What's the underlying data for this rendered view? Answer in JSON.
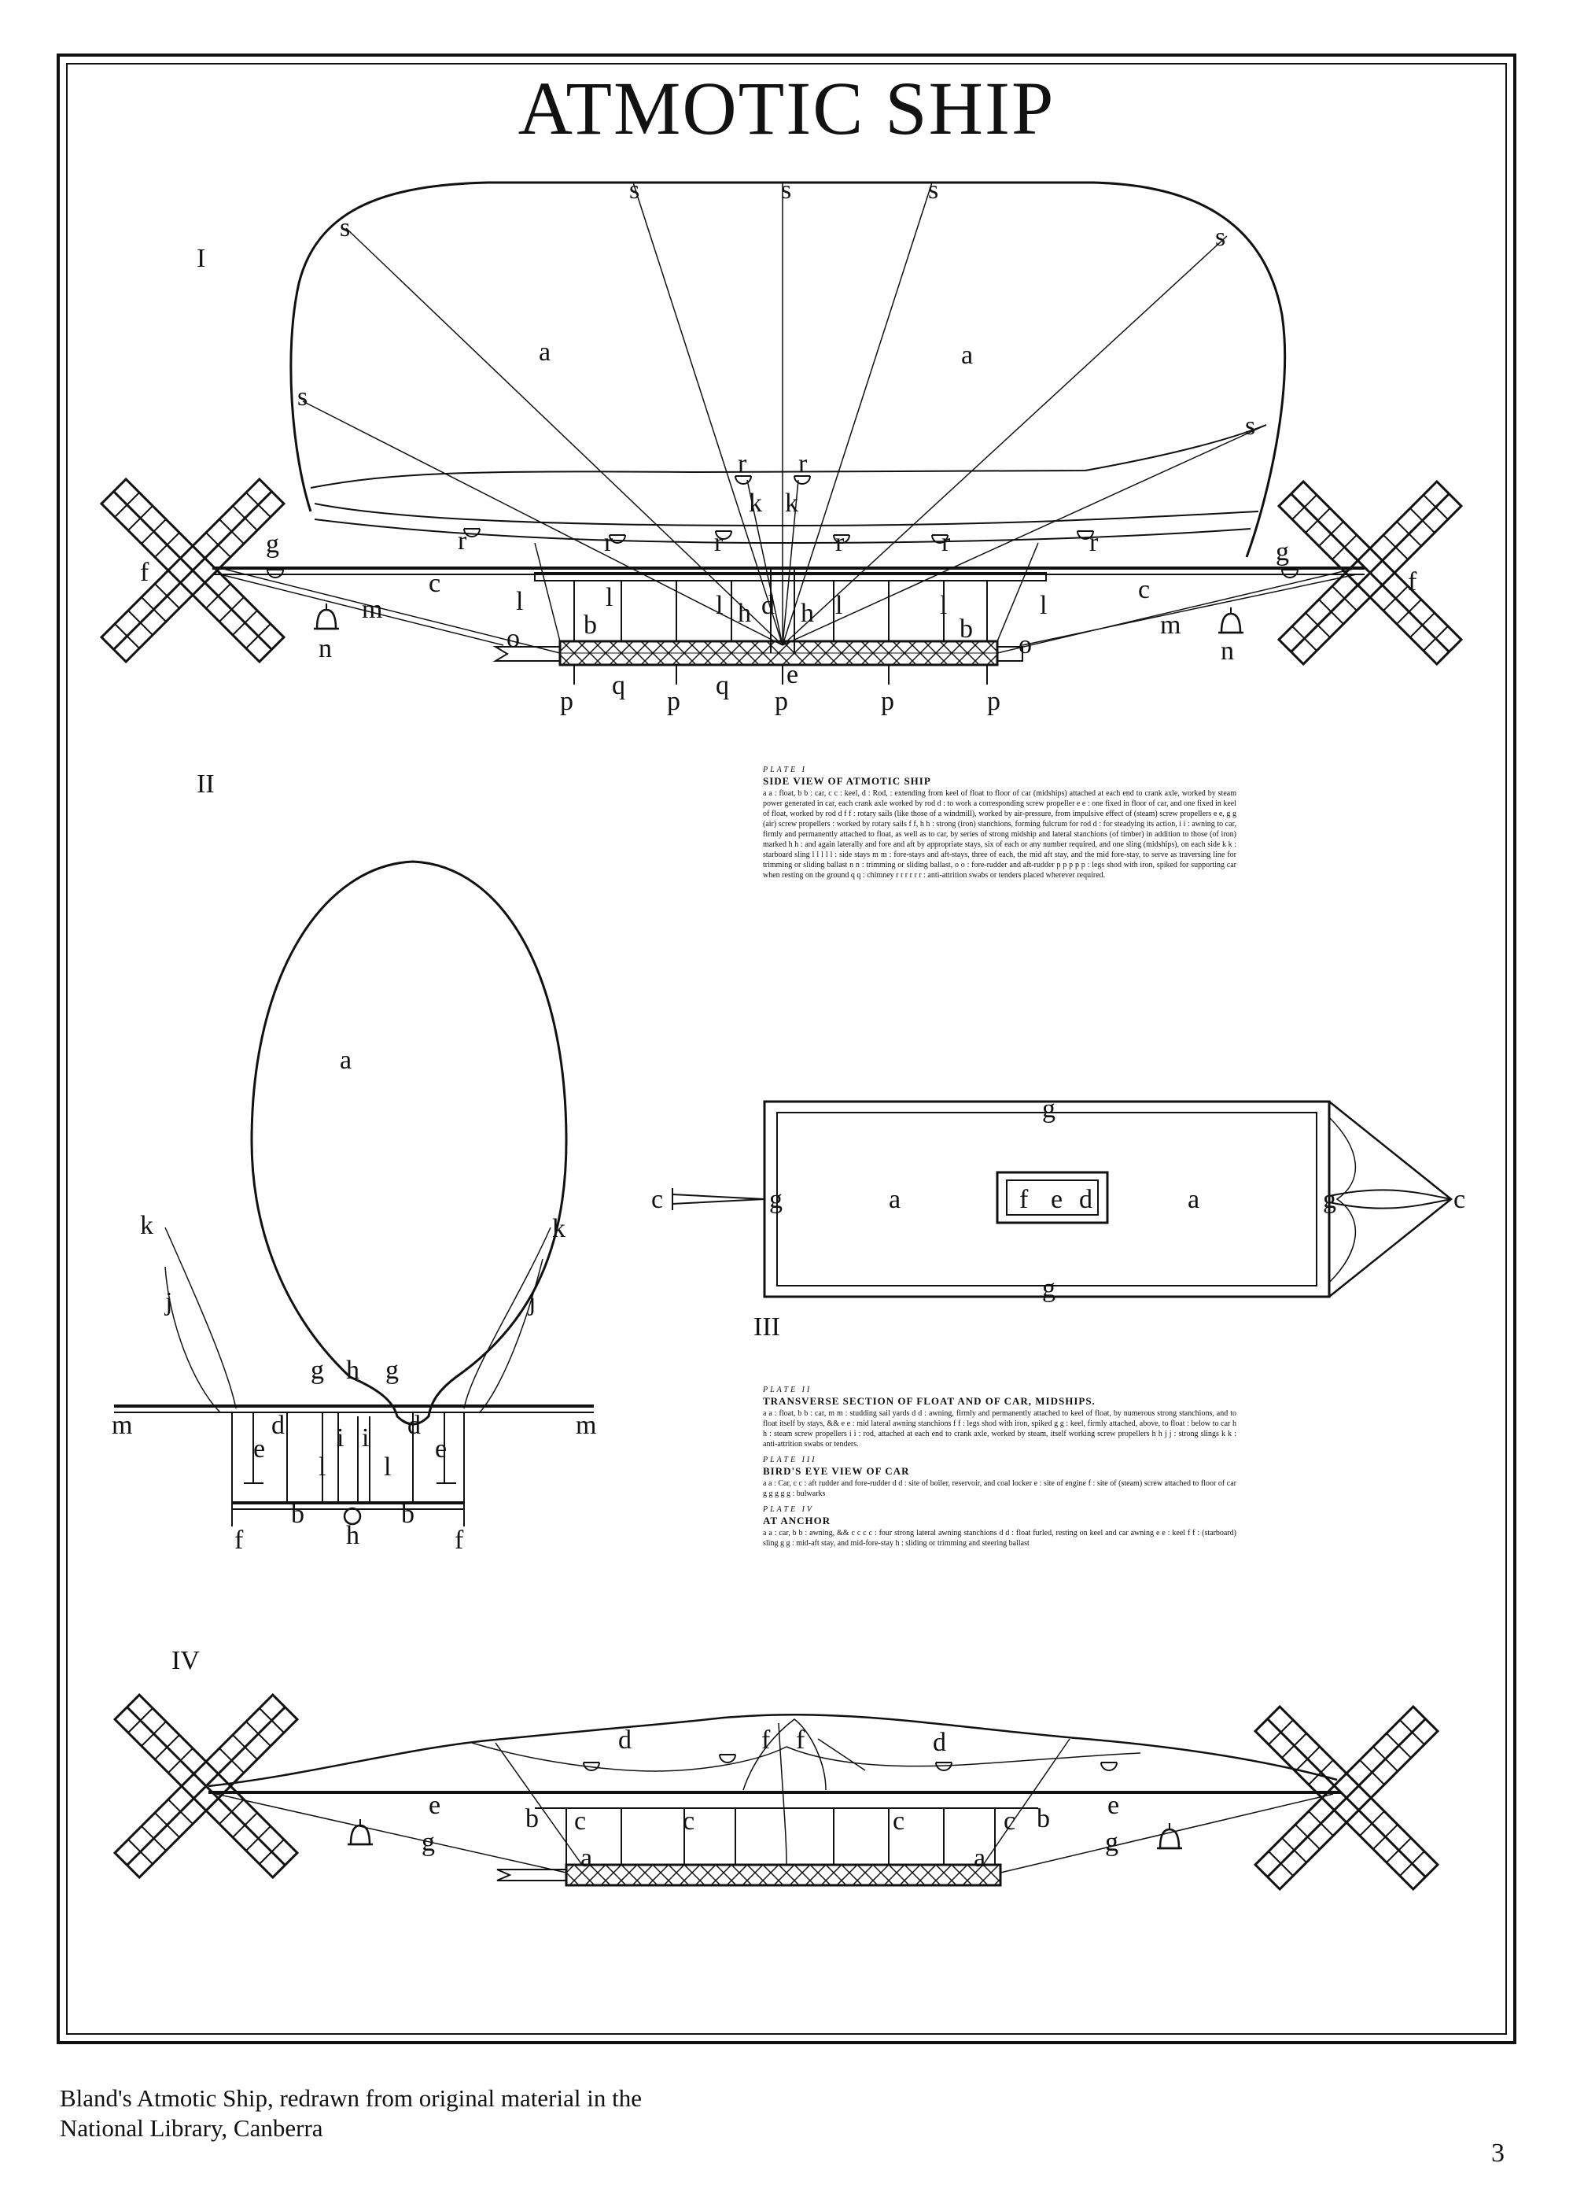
{
  "title": "ATMOTIC SHIP",
  "figure_numerals": {
    "fig1": "I",
    "fig2": "II",
    "fig3": "III",
    "fig4": "IV"
  },
  "fig1_labels": {
    "s": "s",
    "a": "a",
    "r": "r",
    "k": "k",
    "g": "g",
    "f": "f",
    "c": "c",
    "m": "m",
    "n": "n",
    "l": "l",
    "h": "h",
    "d": "d",
    "b": "b",
    "o": "o",
    "e": "e",
    "p": "p",
    "q": "q"
  },
  "fig2_labels": {
    "a": "a",
    "k": "k",
    "j": "j",
    "g": "g",
    "h": "h",
    "m": "m",
    "d": "d",
    "e": "e",
    "i": "i",
    "l": "l",
    "b": "b",
    "f": "f"
  },
  "fig3_labels": {
    "g": "g",
    "a": "a",
    "c": "c",
    "f": "f",
    "e": "e",
    "d": "d"
  },
  "fig4_labels": {
    "d": "d",
    "f": "f",
    "e": "e",
    "b": "b",
    "c": "c",
    "g": "g",
    "a": "a"
  },
  "plate1": {
    "plate_label": "PLATE I",
    "heading": "SIDE VIEW OF ATMOTIC SHIP",
    "body": "a a : float, b b : car, c c : keel, d : Rod, : extending from keel of float to floor of car (midships) attached at each end to crank axle, worked by steam power generated in car, each crank axle worked by rod d : to work a corresponding screw propeller e e : one fixed in floor of car, and one fixed in keel of float, worked by rod d f f : rotary sails (like those of a windmill), worked by air-pressure, from impulsive effect of (steam) screw propellers e e, g g (air) screw propellers : worked by rotary sails f f, h h : strong (iron) stanchions, forming fulcrum for rod d : for steadying its action, i i : awning to car, firmly and permanently attached to float, as well as to car, by series of strong midship and lateral stanchions (of timber) in addition to those (of iron) marked h h : and again laterally and fore and aft by appropriate stays, six of each or any number required, and one sling (midships), on each side k k : starboard sling l l l l l : side stays m m : fore-stays and aft-stays, three of each, the mid aft stay, and the mid fore-stay, to serve as traversing line for trimming or sliding ballast n n : trimming or sliding ballast, o o : fore-rudder and aft-rudder p p p p p : legs shod with iron, spiked for supporting car when resting on the ground q q : chimney r r r r r r : anti-attrition swabs or tenders placed wherever required."
  },
  "plate2": {
    "plate_label": "PLATE II",
    "heading": "TRANSVERSE SECTION OF FLOAT AND OF CAR, MIDSHIPS.",
    "body": "a a : float, b b : car, m m : studding sail yards d d : awning, firmly and permanently attached to keel of float, by numerous strong stanchions, and to float itself by stays, && e e : mid lateral awning stanchions f f : legs shod with iron, spiked g g : keel, firmly attached, above, to float : below to car h h : steam screw propellers i i : rod, attached at each end to crank axle, worked by steam, itself working screw propellers h h j j : strong slings k k : anti-attrition swabs or tenders."
  },
  "plate3": {
    "plate_label": "PLATE III",
    "heading": "BIRD'S EYE VIEW OF CAR",
    "body": "a a : Car, c c : aft rudder and fore-rudder d d : site of boiler, reservoir, and coal locker e : site of engine f : site of (steam) screw attached to floor of car g g g g g : bulwarks"
  },
  "plate4": {
    "plate_label": "PLATE IV",
    "heading": "AT ANCHOR",
    "body": "a a : car, b b : awning, && c c c c : four strong lateral awning stanchions d d : float furled, resting on keel and car awning e e : keel f f : (starboard) sling g g : mid-aft stay, and mid-fore-stay h : sliding or trimming and steering ballast"
  },
  "caption": {
    "line1": "Bland's Atmotic Ship, redrawn from original material in the",
    "line2": "National Library, Canberra"
  },
  "page_number": "3"
}
